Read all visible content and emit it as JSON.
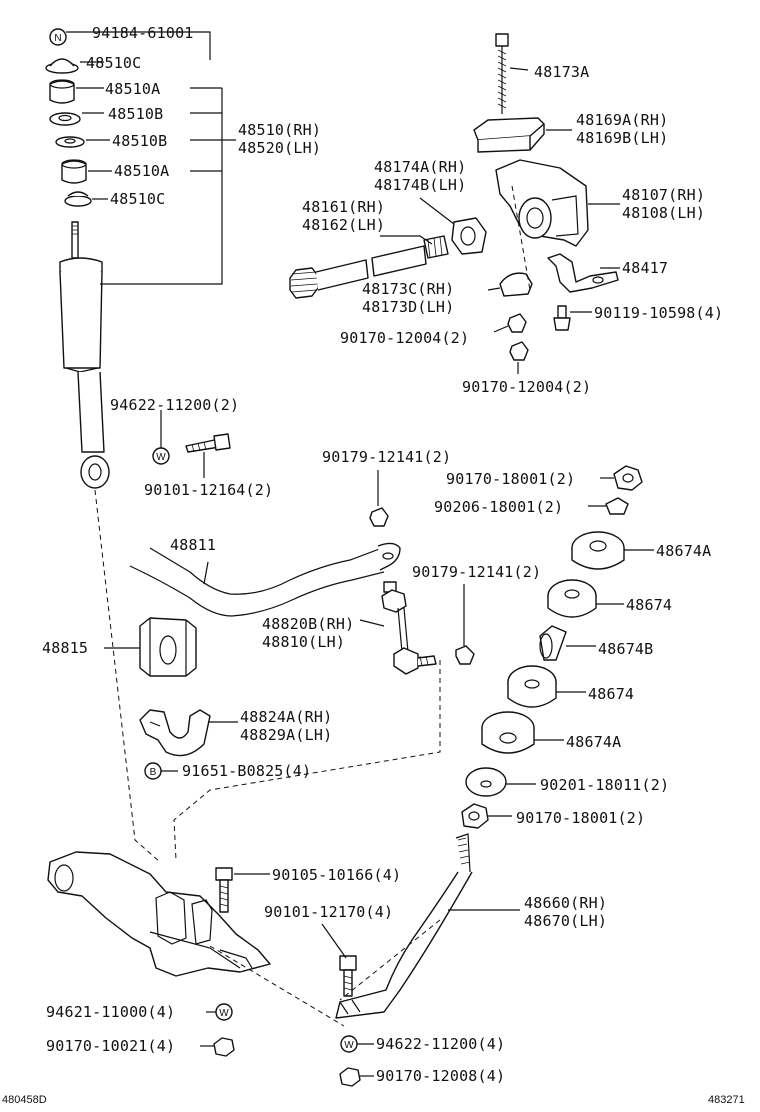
{
  "callouts": {
    "p94184": "94184-61001",
    "p48510c_top": "48510C",
    "p48510a_top": "48510A",
    "p48510b_top": "48510B",
    "p48510b_bot": "48510B",
    "p48510a_bot": "48510A",
    "p48510c_bot": "48510C",
    "p48510_rh": "48510(RH)",
    "p48520_lh": "48520(LH)",
    "p48173a": "48173A",
    "p48169a_rh": "48169A(RH)",
    "p48169b_lh": "48169B(LH)",
    "p48174a_rh": "48174A(RH)",
    "p48174b_lh": "48174B(LH)",
    "p48107_rh": "48107(RH)",
    "p48108_lh": "48108(LH)",
    "p48161_rh": "48161(RH)",
    "p48162_lh": "48162(LH)",
    "p48417": "48417",
    "p48173c_rh": "48173C(RH)",
    "p48173d_lh": "48173D(LH)",
    "p90119": "90119-10598(4)",
    "p90170_12004_a": "90170-12004(2)",
    "p90170_12004_b": "90170-12004(2)",
    "p94622_11200_2": "94622-11200(2)",
    "p90101_12164": "90101-12164(2)",
    "p90179_12141_a": "90179-12141(2)",
    "p90170_18001_a": "90170-18001(2)",
    "p90206_18001": "90206-18001(2)",
    "p48674a_top": "48674A",
    "p48811": "48811",
    "p90179_12141_b": "90179-12141(2)",
    "p48674_top": "48674",
    "p48815": "48815",
    "p48820b_rh": "48820B(RH)",
    "p48810_lh": "48810(LH)",
    "p48674b": "48674B",
    "p48674_bot": "48674",
    "p48824a_rh": "48824A(RH)",
    "p48829a_lh": "48829A(LH)",
    "p48674a_bot": "48674A",
    "p91651": "91651-B0825(4)",
    "p90201": "90201-18011(2)",
    "p90170_18001_b": "90170-18001(2)",
    "p90105": "90105-10166(4)",
    "p48660_rh": "48660(RH)",
    "p48670_lh": "48670(LH)",
    "p90101_12170": "90101-12170(4)",
    "p94621": "94621-11000(4)",
    "p90170_10021": "90170-10021(4)",
    "p94622_11200_4": "94622-11200(4)",
    "p90170_12008": "90170-12008(4)"
  },
  "symbols": {
    "n_symbol": "N",
    "w_symbol_a": "W",
    "w_symbol_b": "W",
    "w_symbol_c": "W",
    "b_symbol": "B"
  },
  "corner": {
    "left_code": "480458D",
    "right_code": "483271"
  }
}
